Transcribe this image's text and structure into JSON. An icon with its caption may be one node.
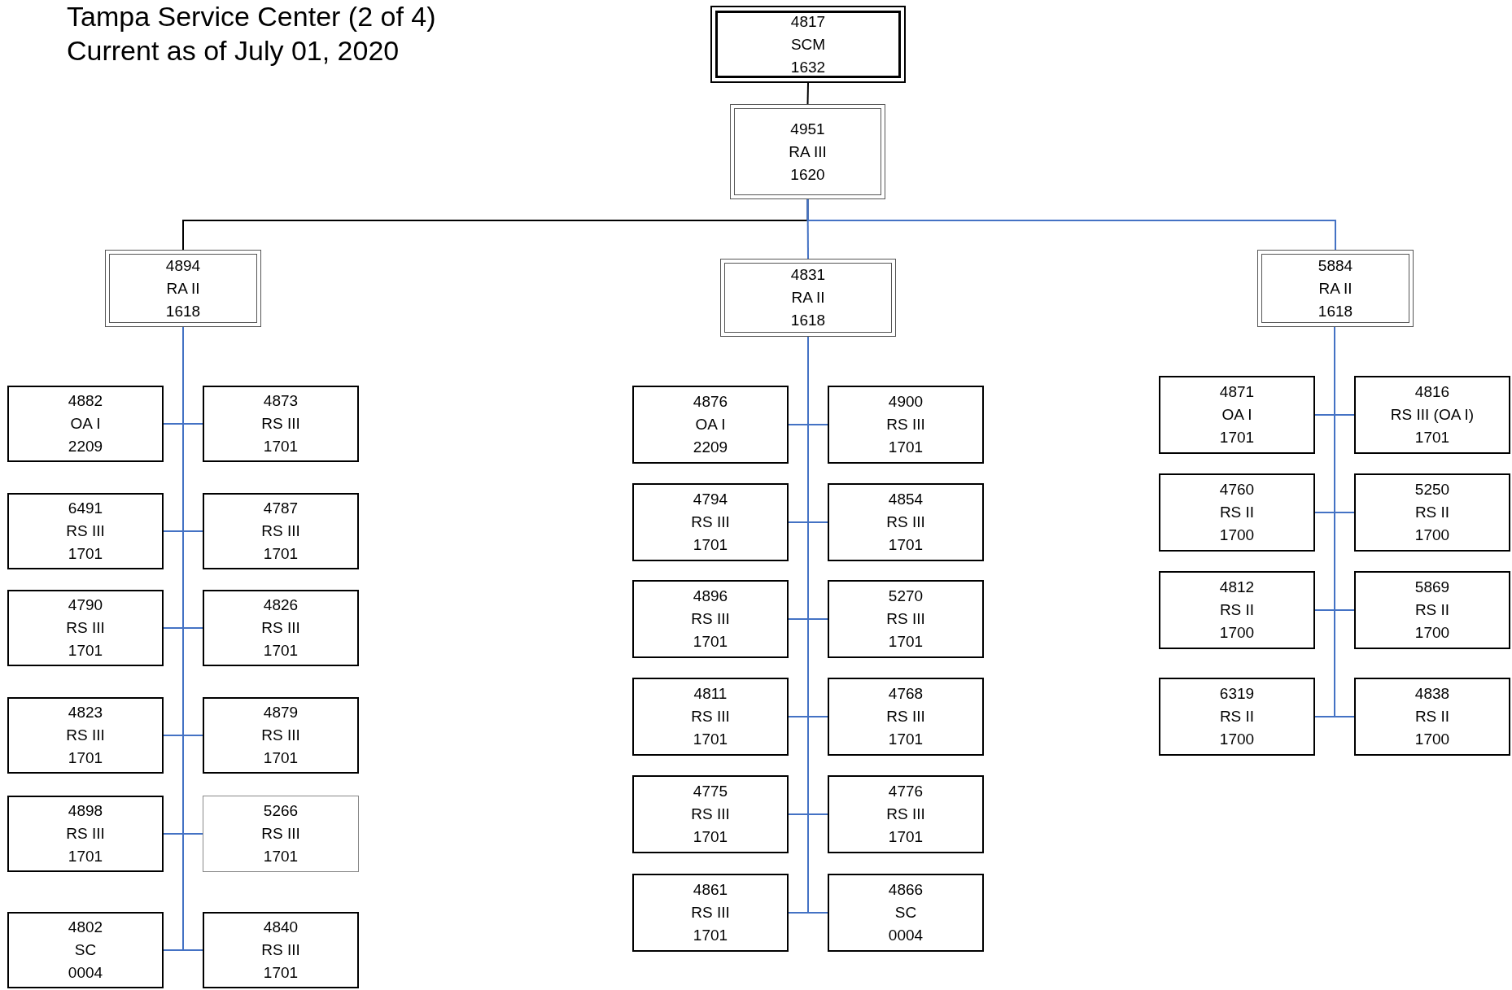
{
  "diagram": {
    "title": "Tampa Service Center (2 of 4)",
    "labels": [
      "Current as of July 01, 2020"
    ],
    "nodes": [
      {
        "text": [
          "4817",
          "SCM",
          "1632"
        ]
      },
      {
        "text": [
          "4951",
          "RA III",
          "1620"
        ]
      },
      {
        "text": [
          "4894",
          "RA II",
          "1618"
        ]
      },
      {
        "text": [
          "4831",
          "RA II",
          "1618"
        ]
      },
      {
        "text": [
          "5884",
          "RA II",
          "1618"
        ]
      },
      {
        "text": [
          "4882",
          "OA I",
          "2209"
        ]
      },
      {
        "text": [
          "4873",
          "RS III",
          "1701"
        ]
      },
      {
        "text": [
          "6491",
          "RS III",
          "1701"
        ]
      },
      {
        "text": [
          "4787",
          "RS III",
          "1701"
        ]
      },
      {
        "text": [
          "4790",
          "RS III",
          "1701"
        ]
      },
      {
        "text": [
          "4826",
          "RS III",
          "1701"
        ]
      },
      {
        "text": [
          "4823",
          "RS III",
          "1701"
        ]
      },
      {
        "text": [
          "4879",
          "RS III",
          "1701"
        ]
      },
      {
        "text": [
          "4898",
          "RS III",
          "1701"
        ]
      },
      {
        "text": [
          "5266",
          "RS III",
          "1701"
        ]
      },
      {
        "text": [
          "4802",
          "SC",
          "0004"
        ]
      },
      {
        "text": [
          "4840",
          "RS III",
          "1701"
        ]
      },
      {
        "text": [
          "4876",
          "OA I",
          "2209"
        ]
      },
      {
        "text": [
          "4900",
          "RS III",
          "1701"
        ]
      },
      {
        "text": [
          "4794",
          "RS III",
          "1701"
        ]
      },
      {
        "text": [
          "4854",
          "RS III",
          "1701"
        ]
      },
      {
        "text": [
          "4896",
          "RS III",
          "1701"
        ]
      },
      {
        "text": [
          "5270",
          "RS III",
          "1701"
        ]
      },
      {
        "text": [
          "4811",
          "RS III",
          "1701"
        ]
      },
      {
        "text": [
          "4768",
          "RS III",
          "1701"
        ]
      },
      {
        "text": [
          "4775",
          "RS III",
          "1701"
        ]
      },
      {
        "text": [
          "4776",
          "RS III",
          "1701"
        ]
      },
      {
        "text": [
          "4861",
          "RS III",
          "1701"
        ]
      },
      {
        "text": [
          "4866",
          "SC",
          "0004"
        ]
      },
      {
        "text": [
          "4871",
          "OA I",
          "1701"
        ]
      },
      {
        "text": [
          "4816",
          "RS III (OA I)",
          "1701"
        ]
      },
      {
        "text": [
          "4760",
          "RS II",
          "1700"
        ]
      },
      {
        "text": [
          "5250",
          "RS II",
          "1700"
        ]
      },
      {
        "text": [
          "4812",
          "RS II",
          "1700"
        ]
      },
      {
        "text": [
          "5869",
          "RS II",
          "1700"
        ]
      },
      {
        "text": [
          "6319",
          "RS II",
          "1700"
        ]
      },
      {
        "text": [
          "4838",
          "RS II",
          "1700"
        ]
      }
    ],
    "edges": [
      {
        "from": 0,
        "to": 1,
        "arrow": "none",
        "color": "#000000"
      },
      {
        "from": 1,
        "to": 2,
        "arrow": "none",
        "color": "#000000"
      },
      {
        "from": 1,
        "to": 3,
        "arrow": "none"
      },
      {
        "from": 1,
        "to": 4,
        "arrow": "none"
      },
      {
        "from": 2,
        "to": 5,
        "arrow": "none"
      },
      {
        "from": 2,
        "to": 6,
        "arrow": "none"
      },
      {
        "from": 2,
        "to": 7,
        "arrow": "none"
      },
      {
        "from": 2,
        "to": 8,
        "arrow": "none"
      },
      {
        "from": 2,
        "to": 9,
        "arrow": "none"
      },
      {
        "from": 2,
        "to": 10,
        "arrow": "none"
      },
      {
        "from": 2,
        "to": 11,
        "arrow": "none"
      },
      {
        "from": 2,
        "to": 12,
        "arrow": "none"
      },
      {
        "from": 2,
        "to": 13,
        "arrow": "none"
      },
      {
        "from": 2,
        "to": 14,
        "arrow": "none"
      },
      {
        "from": 2,
        "to": 15,
        "arrow": "none"
      },
      {
        "from": 2,
        "to": 16,
        "arrow": "none"
      },
      {
        "from": 3,
        "to": 17,
        "arrow": "none"
      },
      {
        "from": 3,
        "to": 18,
        "arrow": "none"
      },
      {
        "from": 3,
        "to": 19,
        "arrow": "none"
      },
      {
        "from": 3,
        "to": 20,
        "arrow": "none"
      },
      {
        "from": 3,
        "to": 21,
        "arrow": "none"
      },
      {
        "from": 3,
        "to": 22,
        "arrow": "none"
      },
      {
        "from": 3,
        "to": 23,
        "arrow": "none"
      },
      {
        "from": 3,
        "to": 24,
        "arrow": "none"
      },
      {
        "from": 3,
        "to": 25,
        "arrow": "none"
      },
      {
        "from": 3,
        "to": 26,
        "arrow": "none"
      },
      {
        "from": 3,
        "to": 27,
        "arrow": "none"
      },
      {
        "from": 3,
        "to": 28,
        "arrow": "none"
      },
      {
        "from": 4,
        "to": 29,
        "arrow": "none"
      },
      {
        "from": 4,
        "to": 30,
        "arrow": "none"
      },
      {
        "from": 4,
        "to": 31,
        "arrow": "none"
      },
      {
        "from": 4,
        "to": 32,
        "arrow": "none"
      },
      {
        "from": 4,
        "to": 33,
        "arrow": "none"
      },
      {
        "from": 4,
        "to": 34,
        "arrow": "none"
      },
      {
        "from": 4,
        "to": 35,
        "arrow": "none"
      },
      {
        "from": 4,
        "to": 36,
        "arrow": "none"
      }
    ]
  }
}
